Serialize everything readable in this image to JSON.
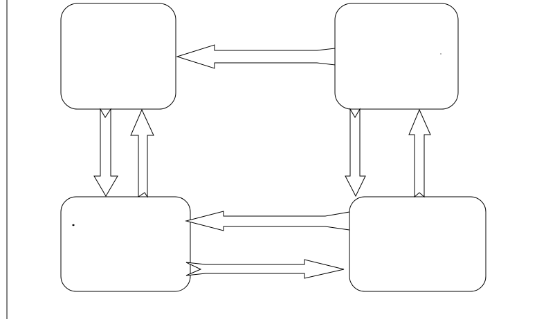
{
  "diagram": {
    "nodes": [
      {
        "id": "top-left",
        "label": ""
      },
      {
        "id": "top-right",
        "label": ""
      },
      {
        "id": "bottom-left",
        "label": ""
      },
      {
        "id": "bottom-right",
        "label": ""
      }
    ],
    "edges": [
      {
        "from": "top-right",
        "to": "top-left"
      },
      {
        "from": "top-left",
        "to": "bottom-left"
      },
      {
        "from": "bottom-left",
        "to": "top-left"
      },
      {
        "from": "top-right",
        "to": "bottom-right"
      },
      {
        "from": "bottom-right",
        "to": "top-right"
      },
      {
        "from": "bottom-right",
        "to": "bottom-left"
      },
      {
        "from": "bottom-left",
        "to": "bottom-right"
      }
    ],
    "colors": {
      "stroke": "#000000",
      "fill": "#ffffff"
    }
  }
}
